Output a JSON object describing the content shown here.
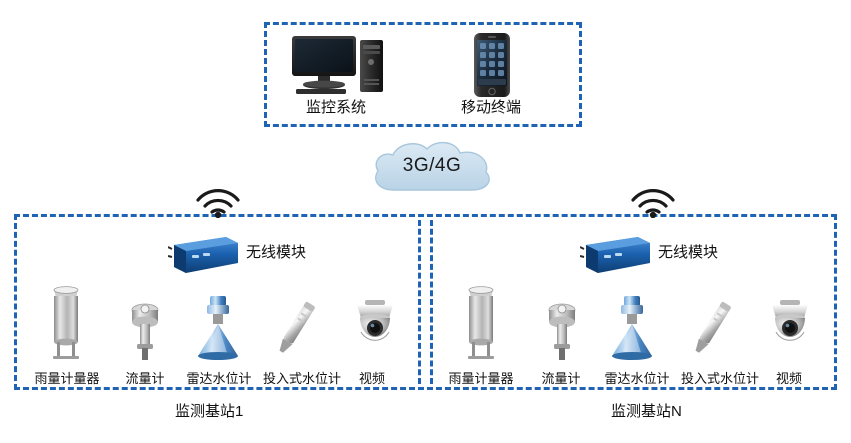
{
  "diagram": {
    "title_top_box": "监控系统 / 移动终端",
    "network": {
      "cloud_label": "3G/4G"
    },
    "top_nodes": [
      {
        "id": "monitoring-system",
        "label": "监控系统",
        "icon": "desktop-computer-icon"
      },
      {
        "id": "mobile-terminal",
        "label": "移动终端",
        "icon": "smartphone-icon"
      }
    ],
    "stations": [
      {
        "id": "station-1",
        "title": "监测基站1",
        "wireless_label": "无线模块",
        "devices": [
          {
            "id": "rain-gauge",
            "label": "雨量计量器",
            "icon": "rain-gauge-icon"
          },
          {
            "id": "flow-meter",
            "label": "流量计",
            "icon": "flow-meter-icon"
          },
          {
            "id": "radar-level",
            "label": "雷达水位计",
            "icon": "radar-level-icon"
          },
          {
            "id": "submersible-level",
            "label": "投入式水位计",
            "icon": "submersible-level-icon"
          },
          {
            "id": "video",
            "label": "视频",
            "icon": "ptz-camera-icon"
          }
        ]
      },
      {
        "id": "station-n",
        "title": "监测基站N",
        "wireless_label": "无线模块",
        "devices": [
          {
            "id": "rain-gauge",
            "label": "雨量计量器",
            "icon": "rain-gauge-icon"
          },
          {
            "id": "flow-meter",
            "label": "流量计",
            "icon": "flow-meter-icon"
          },
          {
            "id": "radar-level",
            "label": "雷达水位计",
            "icon": "radar-level-icon"
          },
          {
            "id": "submersible-level",
            "label": "投入式水位计",
            "icon": "submersible-level-icon"
          },
          {
            "id": "video",
            "label": "视频",
            "icon": "ptz-camera-icon"
          }
        ]
      }
    ],
    "colors": {
      "box_border": "#1f63b5",
      "cloud_fill": "#c9dcea",
      "cloud_stroke": "#9fc0d8",
      "wireless_module_body": "#1a63b0",
      "text": "#111111"
    }
  }
}
